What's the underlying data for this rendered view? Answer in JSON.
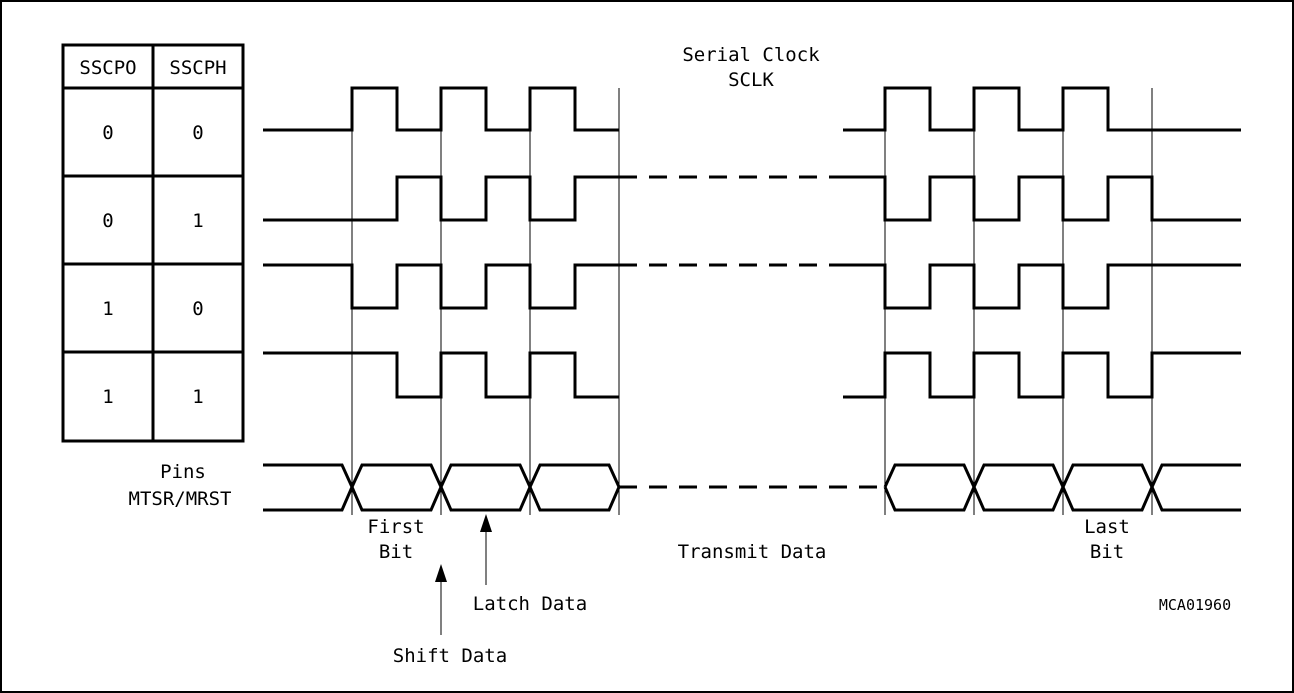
{
  "table": {
    "headers": [
      "SSCPO",
      "SSCPH"
    ],
    "rows": [
      [
        "0",
        "0"
      ],
      [
        "0",
        "1"
      ],
      [
        "1",
        "0"
      ],
      [
        "1",
        "1"
      ]
    ]
  },
  "labels": {
    "serial_clock_line1": "Serial Clock",
    "serial_clock_line2": "SCLK",
    "pins_line1": "Pins",
    "pins_line2": "MTSR/MRST",
    "first_bit_line1": "First",
    "first_bit_line2": "Bit",
    "last_bit_line1": "Last",
    "last_bit_line2": "Bit",
    "transmit_data": "Transmit Data",
    "latch_data": "Latch Data",
    "shift_data": "Shift Data",
    "figure_id": "MCA01960"
  }
}
